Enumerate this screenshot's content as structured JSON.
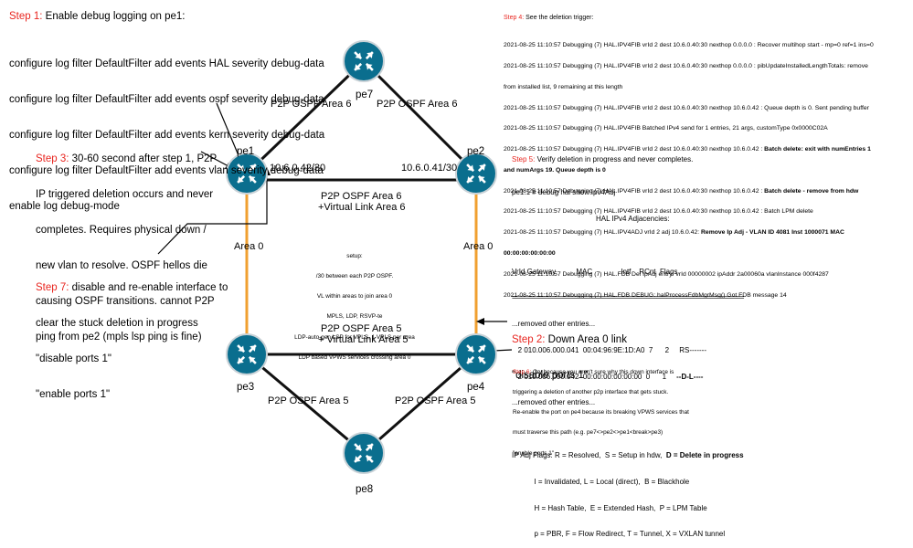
{
  "nodes": {
    "pe1": "pe1",
    "pe2": "pe2",
    "pe3": "pe3",
    "pe4": "pe4",
    "pe7": "pe7",
    "pe8": "pe8"
  },
  "links": {
    "pe1_pe7": "P2P OSPF Area 6",
    "pe2_pe7": "P2P OSPF Area 6",
    "pe1_pe2_line1": "P2P OSPF Area 6",
    "pe1_pe2_line2": "+Virtual Link Area 6",
    "pe1_ip": "10.6.0.42/30",
    "pe2_ip": "10.6.0.41/30",
    "pe1_pe3": "Area 0",
    "pe2_pe4": "Area 0",
    "pe3_pe4_line1": "P2P OSPF Area 5",
    "pe3_pe4_line2": "+ Virtual Link Area 5",
    "pe3_pe8": "P2P OSPF Area 5",
    "pe4_pe8": "P2P OSPF Area 5"
  },
  "setup": {
    "lines": [
      "setup:",
      "/30 between each P2P OSPF.",
      "VL within areas to join area 0",
      "MPLS, LDP, RSVP-te",
      "LDP-auto-gen LSP for VPLS, 1 VPLS per area",
      "LDP based VPWS services crossing area 0"
    ]
  },
  "step1": {
    "prefix": "Step 1:",
    "title": " Enable debug logging on pe1:",
    "lines": [
      "configure log filter DefaultFilter add events HAL severity debug-data",
      "configure log filter DefaultFilter add events ospf severity debug-data",
      "configure log filter DefaultFilter add events kern severity debug-data",
      "configure log filter DefaultFilter add events vlan severity debug-data",
      "enable log debug-mode"
    ]
  },
  "step2": {
    "prefix": "Step 2:",
    "title": " Down Area 0 link",
    "lines": [
      "\"disable ports 1\""
    ]
  },
  "step3": {
    "prefix": "Step 3:",
    "first": " 30-60 second after step 1, P2P",
    "lines": [
      "IP triggered deletion occurs and never",
      "completes. Requires physical down /",
      "new vlan to resolve. OSPF hellos die",
      "causing OSPF transitions. cannot P2P",
      "ping from pe2 (mpls lsp ping is fine)"
    ]
  },
  "step4": {
    "prefix": "Step 4:",
    "title": " See the deletion trigger:",
    "lines": [
      "2021-08-25 11:10:57 Debugging (7) HAL.IPV4FIB vrId 2 dest 10.6.0.40:30 nexthop 0.0.0.0 : Recover multihop start - mp=0 ref=1 ins=0",
      "2021-08-25 11:10:57 Debugging (7) HAL.IPV4FIB vrId 2 dest 10.6.0.40:30 nexthop 0.0.0.0 : pibUpdateInstalledLengthTotals: remove",
      "from installed list, 9 remaining at this length",
      "2021-08-25 11:10:57 Debugging (7) HAL.IPV4FIB vrId 2 dest 10.6.0.40:30 nexthop 10.6.0.42 : Queue depth is 0. Sent pending buffer",
      "2021-08-25 11:10:57 Debugging (7) HAL.IPV4FIB Batched IPv4 send for 1 entries, 21 args, customType 0x0000C02A",
      "2021-08-25 11:10:57 Debugging (7) HAL.IPV4FIB vrId 2 dest 10.6.0.40:30 nexthop 10.6.0.42 : ",
      "and numArgs 19. Queue depth is 0",
      "2021-08-25 11:10:57 Debugging (7) HAL.IPV4FIB vrId 2 dest 10.6.0.40:30 nexthop 10.6.0.42 : ",
      "2021-08-25 11:10:57 Debugging (7) HAL.IPV4FIB vrId 2 dest 10.6.0.40:30 nexthop 10.6.0.42 : Batch LPM delete",
      "2021-08-25 11:10:57 Debugging (7) HAL.IPV4ADJ vrId 2 adj 10.6.0.42: ",
      "00:00:00:00:00:00",
      "2021-08-25 11:10:57 Debugging (7) HAL.FDB Del IpAdj entry: vrId 00000002 ipAddr 2a00060a vlanInstance 000f4287",
      "2021-08-25 11:10:57 Debugging (7) HAL.FDB DEBUG: halProcessFdbMgrMsg() Got FDB message 14"
    ],
    "bold": {
      "l5": "Batch delete: exit with numEntries 1",
      "l7": "Batch delete - remove from hdw",
      "l9": "Remove Ip Adj - VLAN ID 4081 Inst 1000071 MAC"
    }
  },
  "step5": {
    "prefix": "Step 5:",
    "title": " Verify deletion in progress and never completes.",
    "cmd": "pe1.1 # debug hal show ipv4Adj",
    "table_title": "HAL IPv4 Adjacencies:",
    "header": "VrId Gateway          MAC              Intf    RCnt  Flags",
    "rule": "=====================================================================",
    "removed1": "...removed other entries...",
    "row1": "   2 010.006.000.041  00:04:96:9E:1D:A0  7      2     RS-------",
    "row2": "   2 010.006.000.042  00:00:00:00:00:00  0      1     ",
    "row2_flags": "--D-L----",
    "removed2": "...removed other entries...",
    "flags_line1": "IP Adj Flags: R = Resolved,  S = Setup in hdw,  ",
    "flags_line1_bold": "D = Delete in progress",
    "flags_lines": [
      "           I = Invalidated, L = Local (direct),  B = Blackhole",
      "           H = Hash Table,  E = Extended Hash,  P = LPM Table",
      "           p = PBR, F = Flow Redirect, T = Tunnel, X = VXLAN tunnel"
    ]
  },
  "step6": {
    "prefix": "Step 6:",
    "first": " Cry because you aren't sure why this down interface is",
    "lines": [
      "triggering a deletion of another p2p interface that gets stuck.",
      "Re-enable the port on pe4 because its breaking VPWS services that",
      "must traverse this path (e.g. pe7<>pe2<>pe1<break>pe3)",
      "\"enable ports 1\""
    ]
  },
  "step7": {
    "prefix": "Step 7:",
    "first": " disable and re-enable interface to",
    "lines": [
      "clear the stuck deletion in progress",
      "\"disable ports 1\"",
      "\"enable ports 1\""
    ]
  },
  "colors": {
    "router": "#0a6e8e",
    "router_stroke": "#c9d2d7",
    "area0_link": "#f0a030",
    "link": "#111111",
    "step_red": "#e8251f"
  },
  "icons": {
    "router": "router-icon"
  }
}
